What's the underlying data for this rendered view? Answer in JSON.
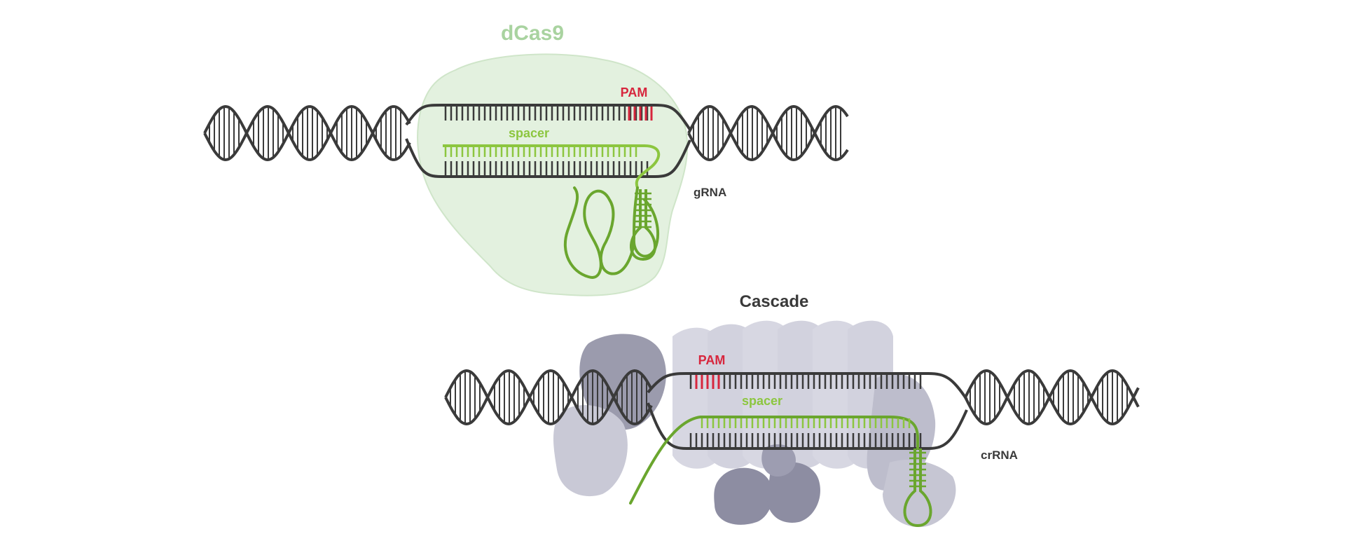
{
  "labels": {
    "dcas9": "dCas9",
    "pam_top": "PAM",
    "spacer_top": "spacer",
    "grna": "gRNA",
    "cascade": "Cascade",
    "pam_bottom": "PAM",
    "spacer_bottom": "spacer",
    "crrna": "crRNA"
  },
  "colors": {
    "dna": "#3a3a3a",
    "pam": "#d7263d",
    "rna": "#6aa62e",
    "rna_light": "#8cc63f",
    "dcas9_fill": "#e3f1df",
    "dcas9_text": "#a9d3a0",
    "cascade_light": "#cfcfdb",
    "cascade_mid": "#b7b7c6",
    "cascade_dark": "#8d8da2"
  },
  "icons": {
    "dcas9_complex": "dcas9-complex-icon",
    "cascade_complex": "cascade-complex-icon",
    "dna_helix": "dna-helix-icon"
  }
}
